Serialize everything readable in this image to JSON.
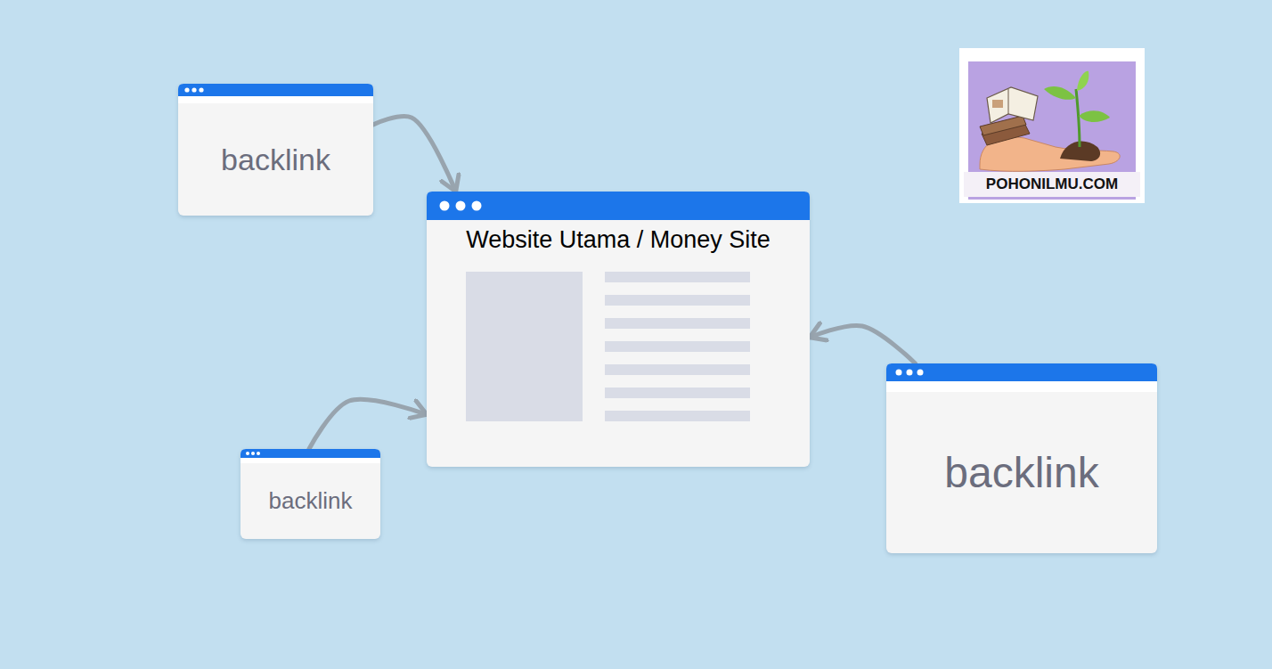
{
  "diagram": {
    "nodes": [
      {
        "text": [
          "backlink"
        ]
      },
      {
        "text": [
          "Website Utama / Money Site"
        ]
      },
      {
        "text": [
          "backlink"
        ]
      },
      {
        "text": [
          "backlink"
        ]
      }
    ],
    "edges": [
      {
        "from": 0,
        "to": 1,
        "arrow": "to"
      },
      {
        "from": 2,
        "to": 1,
        "arrow": "to"
      },
      {
        "from": 3,
        "to": 1,
        "arrow": "to"
      }
    ],
    "labels": [
      "POHONILMU.COM"
    ]
  }
}
